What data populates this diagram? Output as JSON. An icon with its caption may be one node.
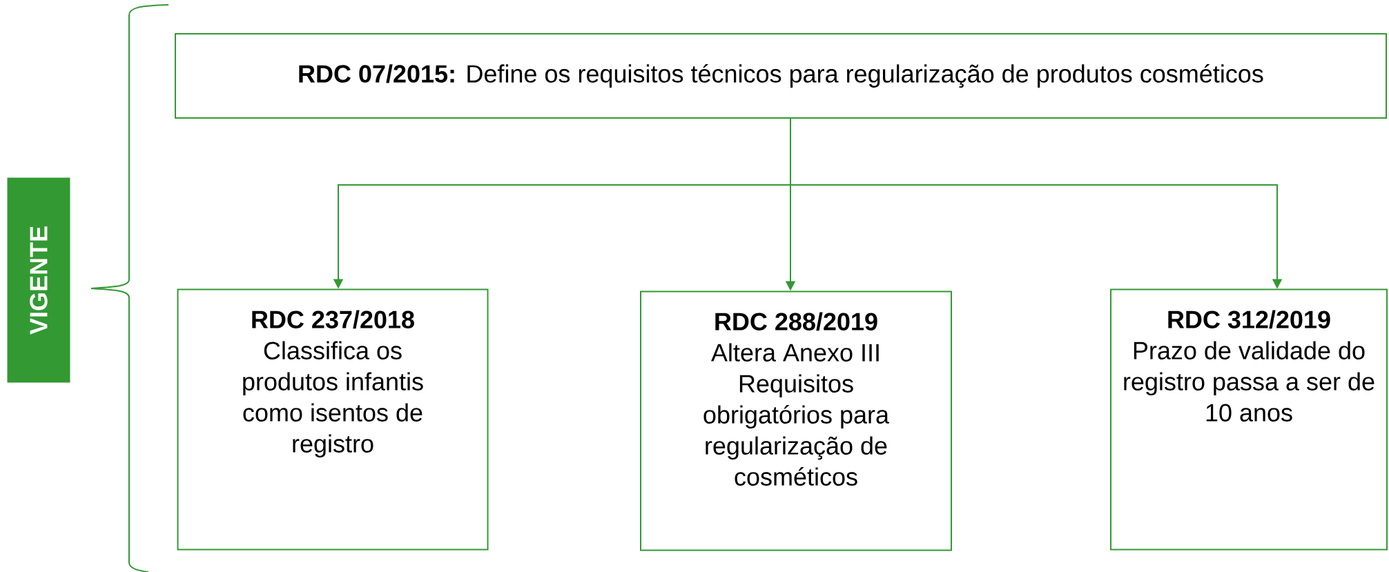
{
  "diagram": {
    "nodes": [
      {
        "text": [
          "**RDC 07/2015:** Define os requisitos técnicos para regularização de produtos cosméticos"
        ]
      },
      {
        "text": [
          "RDC 237/2018",
          "Classifica os produtos infantis como isentos de registro"
        ]
      },
      {
        "text": [
          "RDC 288/2019",
          "Altera Anexo III Requisitos obrigatórios para regularização de cosméticos"
        ]
      },
      {
        "text": [
          "RDC 312/2019",
          "Prazo de validade do registro passa a ser de 10 anos"
        ]
      },
      {
        "text": [
          "VIGENTE"
        ]
      }
    ],
    "edges": [
      {
        "from": 0,
        "to": 1,
        "arrow": "to"
      },
      {
        "from": 0,
        "to": 2,
        "arrow": "to"
      },
      {
        "from": 0,
        "to": 3,
        "arrow": "to"
      }
    ]
  }
}
